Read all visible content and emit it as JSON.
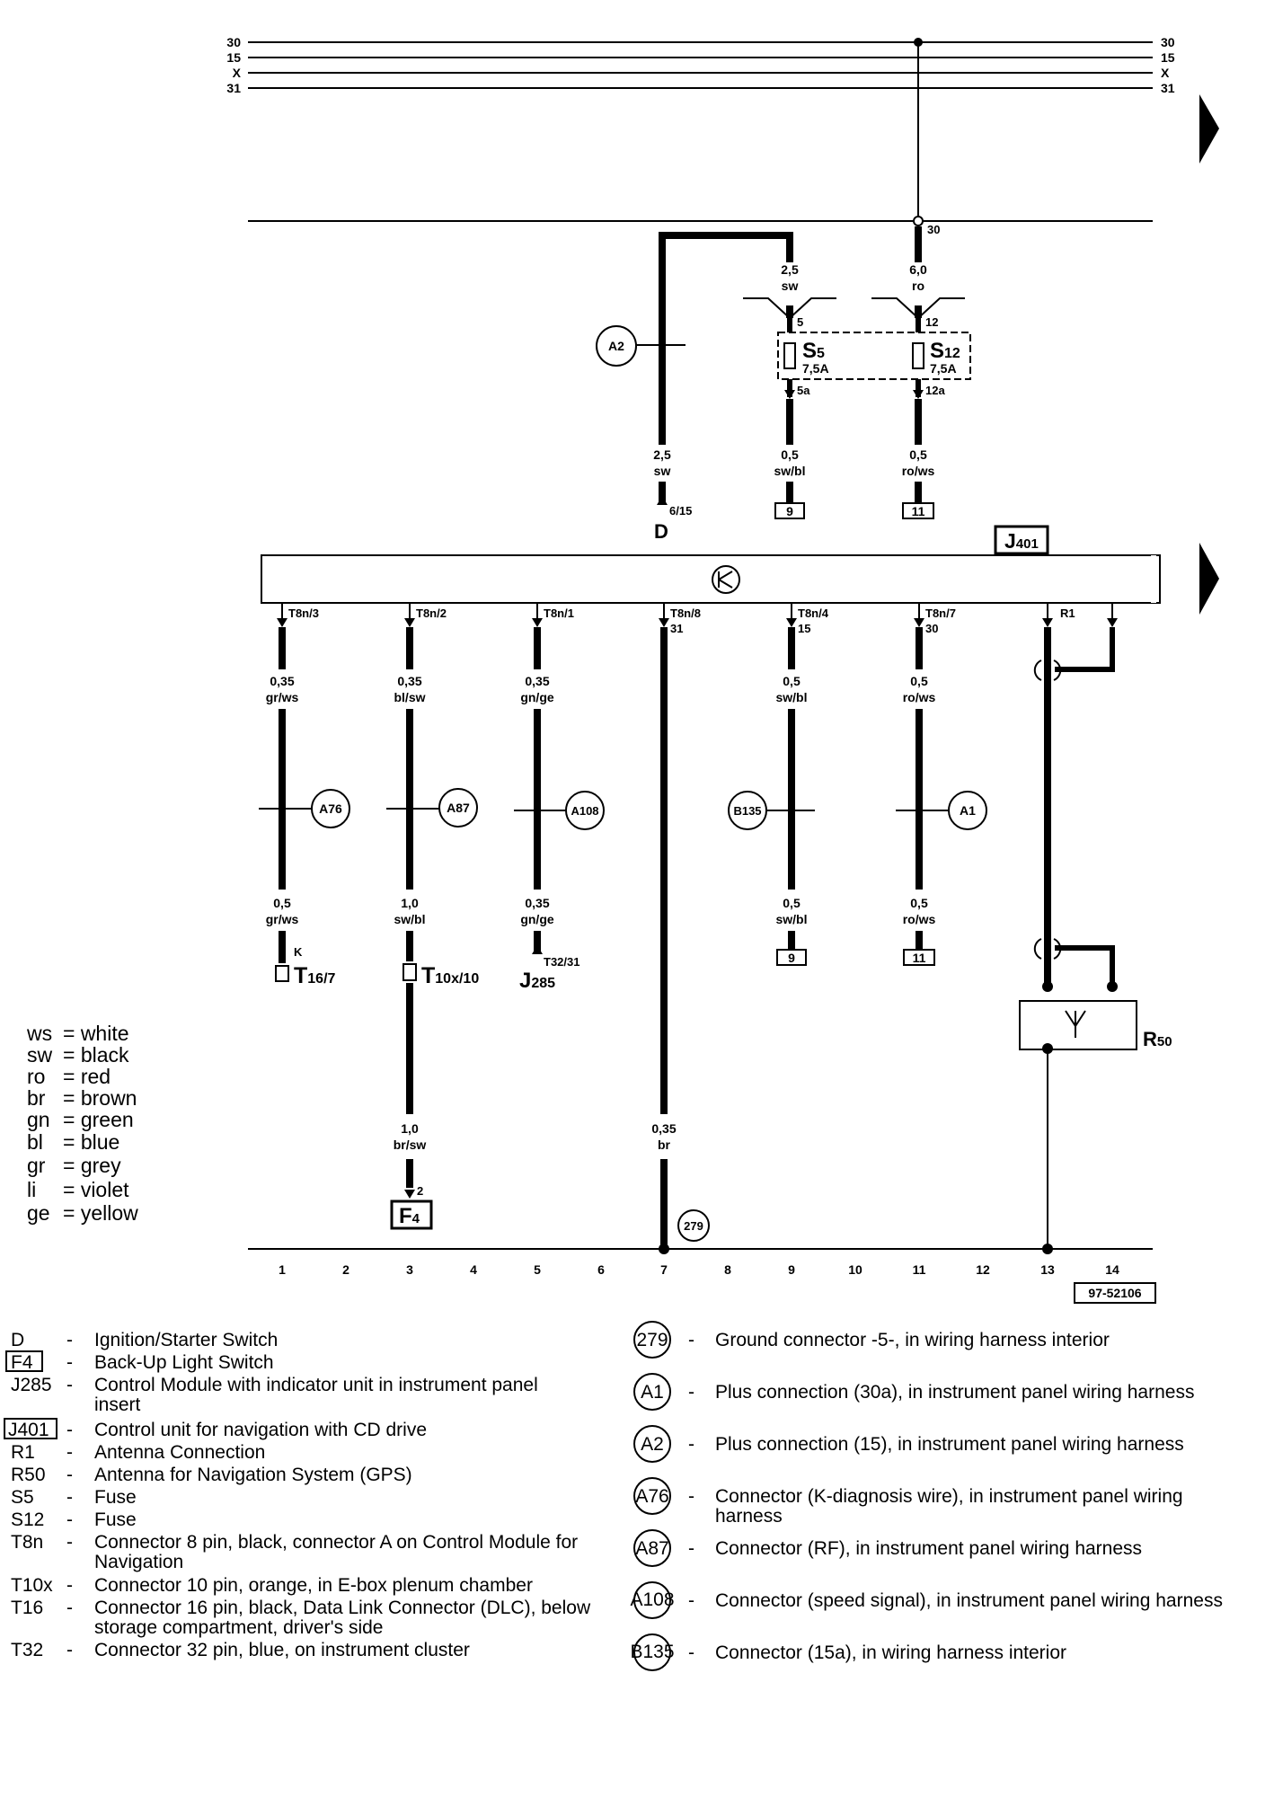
{
  "bus_labels": [
    "30",
    "15",
    "X",
    "31"
  ],
  "top_connection": "30",
  "wires": {
    "s5_in": {
      "size": "2,5",
      "color": "sw"
    },
    "s12_in": {
      "size": "6,0",
      "color": "ro"
    },
    "d_wire": {
      "size": "2,5",
      "color": "sw"
    },
    "s5_out": {
      "size": "0,5",
      "color": "sw/bl"
    },
    "s12_out": {
      "size": "0,5",
      "color": "ro/ws"
    },
    "c1_top": {
      "size": "0,35",
      "color": "gr/ws"
    },
    "c1_bot": {
      "size": "0,5",
      "color": "gr/ws"
    },
    "c3_top": {
      "size": "0,35",
      "color": "bl/sw"
    },
    "c3_mid": {
      "size": "1,0",
      "color": "sw/bl"
    },
    "c3_bot": {
      "size": "1,0",
      "color": "br/sw"
    },
    "c5_top": {
      "size": "0,35",
      "color": "gn/ge"
    },
    "c5_bot": {
      "size": "0,35",
      "color": "gn/ge"
    },
    "c7_bot": {
      "size": "0,35",
      "color": "br"
    },
    "c9_top": {
      "size": "0,5",
      "color": "sw/bl"
    },
    "c9_bot": {
      "size": "0,5",
      "color": "sw/bl"
    },
    "c11_top": {
      "size": "0,5",
      "color": "ro/ws"
    },
    "c11_bot": {
      "size": "0,5",
      "color": "ro/ws"
    }
  },
  "fuses": {
    "s5": {
      "name": "S",
      "sub": "5",
      "rating": "7,5A",
      "pin_in": "5",
      "pin_out": "5a"
    },
    "s12": {
      "name": "S",
      "sub": "12",
      "rating": "7,5A",
      "pin_in": "12",
      "pin_out": "12a"
    }
  },
  "connections": {
    "a2": "A2",
    "a76": "A76",
    "a87": "A87",
    "a108": "A108",
    "b135": "B135",
    "a1": "A1",
    "g279": "279"
  },
  "terminals": {
    "d_pin": "6/15",
    "d_name": "D",
    "ref9": "9",
    "ref11": "11",
    "t16_letter": "K",
    "t16_main": "T",
    "t16_sub": "16/7",
    "t10_main": "T",
    "t10_sub": "10x/10",
    "t32": "T32/31",
    "j285_main": "J",
    "j285_sub": "285",
    "f4_pin": "2",
    "f4_main": "F",
    "f4_sub": "4",
    "r50_main": "R",
    "r50_sub": "50"
  },
  "control_unit": {
    "main": "J",
    "sub": "401"
  },
  "pins": {
    "p1": "T8n/3",
    "p3": "T8n/2",
    "p5": "T8n/1",
    "p7": "T8n/8",
    "p7_term": "31",
    "p9": "T8n/4",
    "p9_term": "15",
    "p11": "T8n/7",
    "p11_term": "30",
    "p13": "R1"
  },
  "track_numbers": [
    "1",
    "2",
    "3",
    "4",
    "5",
    "6",
    "7",
    "8",
    "9",
    "10",
    "11",
    "12",
    "13",
    "14"
  ],
  "diagram_code": "97-52106",
  "color_legend": [
    {
      "code": "ws",
      "name": "= white"
    },
    {
      "code": "sw",
      "name": "= black"
    },
    {
      "code": "ro",
      "name": "= red"
    },
    {
      "code": "br",
      "name": "= brown"
    },
    {
      "code": "gn",
      "name": "= green"
    },
    {
      "code": "bl",
      "name": "= blue"
    },
    {
      "code": "gr",
      "name": "= grey"
    },
    {
      "code": "li",
      "name": "= violet"
    },
    {
      "code": "ge",
      "name": "= yellow"
    }
  ],
  "dash": "-",
  "components": [
    {
      "code": "D",
      "desc": [
        "Ignition/Starter Switch"
      ]
    },
    {
      "code": "F4",
      "desc": [
        "Back-Up Light Switch"
      ]
    },
    {
      "code": "J285",
      "desc": [
        "Control Module with indicator unit in instrument panel",
        "insert"
      ]
    },
    {
      "code": "J401",
      "desc": [
        "Control unit for navigation with CD drive"
      ]
    },
    {
      "code": "R1",
      "desc": [
        "Antenna Connection"
      ]
    },
    {
      "code": "R50",
      "desc": [
        "Antenna for Navigation System (GPS)"
      ]
    },
    {
      "code": "S5",
      "desc": [
        "Fuse"
      ]
    },
    {
      "code": "S12",
      "desc": [
        "Fuse"
      ]
    },
    {
      "code": "T8n",
      "desc": [
        "Connector 8 pin, black, connector A on Control Module for",
        "Navigation"
      ]
    },
    {
      "code": "T10x",
      "desc": [
        "Connector 10 pin, orange, in E-box plenum chamber"
      ]
    },
    {
      "code": "T16",
      "desc": [
        "Connector 16 pin, black, Data Link Connector (DLC), below",
        "storage compartment, driver's side"
      ]
    },
    {
      "code": "T32",
      "desc": [
        "Connector 32 pin, blue, on instrument cluster"
      ]
    }
  ],
  "connection_legend": [
    {
      "code": "279",
      "desc": [
        "Ground connector -5-, in wiring harness interior"
      ]
    },
    {
      "code": "A1",
      "desc": [
        "Plus connection (30a), in instrument panel wiring harness"
      ]
    },
    {
      "code": "A2",
      "desc": [
        "Plus connection (15), in instrument panel wiring harness"
      ]
    },
    {
      "code": "A76",
      "desc": [
        "Connector (K-diagnosis wire), in instrument panel wiring",
        "harness"
      ]
    },
    {
      "code": "A87",
      "desc": [
        "Connector (RF), in instrument panel wiring harness"
      ]
    },
    {
      "code": "A108",
      "desc": [
        "Connector (speed signal), in instrument panel wiring harness"
      ]
    },
    {
      "code": "B135",
      "desc": [
        "Connector (15a), in wiring harness interior"
      ]
    }
  ]
}
